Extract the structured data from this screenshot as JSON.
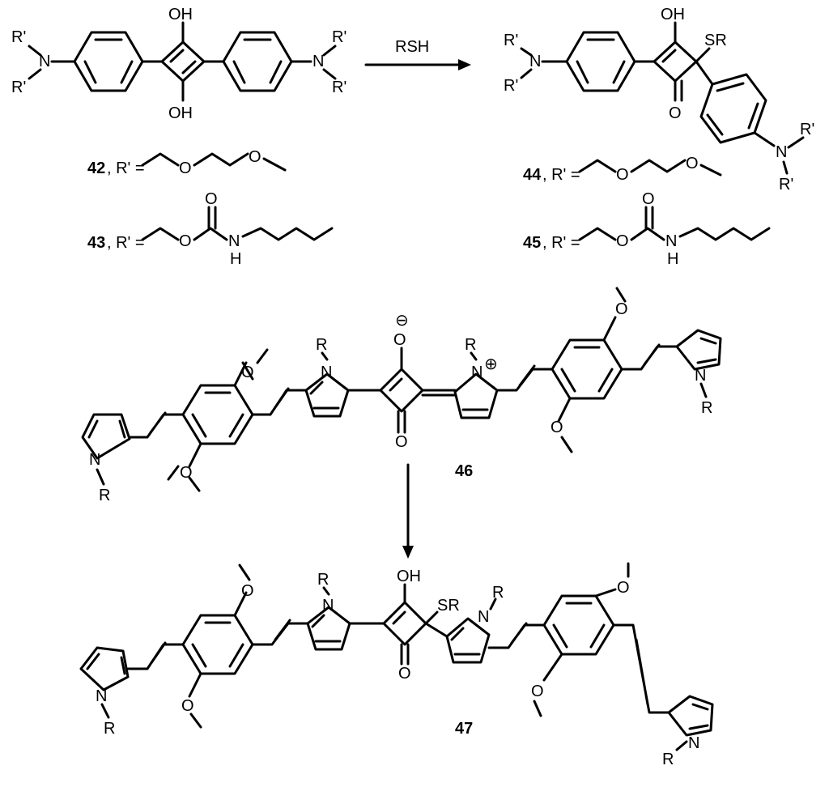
{
  "reaction": {
    "reagent": "RSH"
  },
  "compounds": {
    "c42": {
      "id": "42",
      "suffix": ", R' ="
    },
    "c43": {
      "id": "43",
      "suffix": ", R' ="
    },
    "c44": {
      "id": "44",
      "suffix": ", R' ="
    },
    "c45": {
      "id": "45",
      "suffix": ", R' ="
    },
    "c46": {
      "id": "46"
    },
    "c47": {
      "id": "47"
    }
  },
  "atoms": {
    "OH": "OH",
    "O": "O",
    "N": "N",
    "H": "H",
    "R": "R",
    "Rp": "R'",
    "SR": "SR",
    "Nplus": "N",
    "plus": "⊕",
    "minus": "⊖"
  }
}
